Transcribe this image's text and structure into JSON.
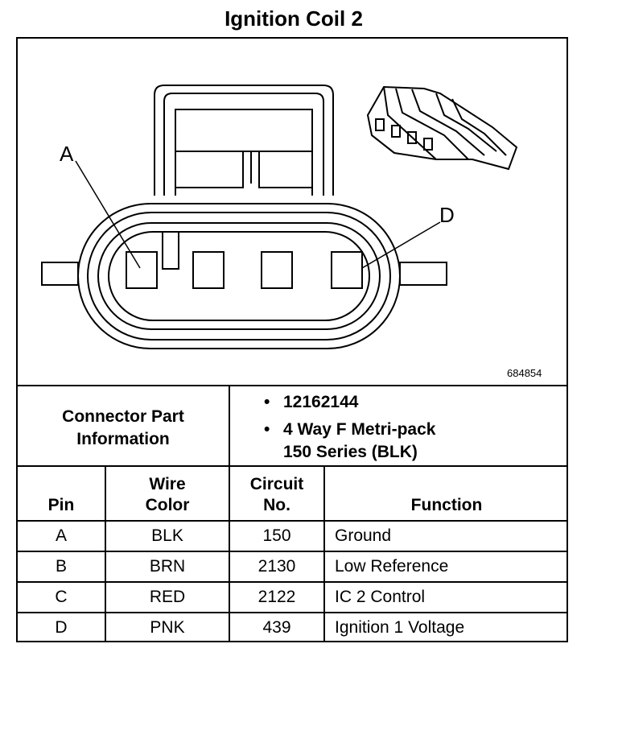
{
  "title": "Ignition Coil 2",
  "figure_id": "684854",
  "pin_labels": {
    "a": "A",
    "d": "D"
  },
  "connector_info": {
    "label_line1": "Connector Part",
    "label_line2": "Information",
    "items": [
      {
        "bullet": "•",
        "text": "12162144"
      },
      {
        "bullet": "•",
        "text": "4 Way F Metri-pack"
      },
      {
        "bullet": "",
        "text": "150 Series (BLK)"
      }
    ]
  },
  "table": {
    "headers": {
      "pin": "Pin",
      "wire_color_1": "Wire",
      "wire_color_2": "Color",
      "circuit_1": "Circuit",
      "circuit_2": "No.",
      "function": "Function"
    },
    "rows": [
      {
        "pin": "A",
        "color": "BLK",
        "circuit": "150",
        "function": "Ground"
      },
      {
        "pin": "B",
        "color": "BRN",
        "circuit": "2130",
        "function": "Low Reference"
      },
      {
        "pin": "C",
        "color": "RED",
        "circuit": "2122",
        "function": "IC 2 Control"
      },
      {
        "pin": "D",
        "color": "PNK",
        "circuit": "439",
        "function": "Ignition 1 Voltage"
      }
    ]
  }
}
